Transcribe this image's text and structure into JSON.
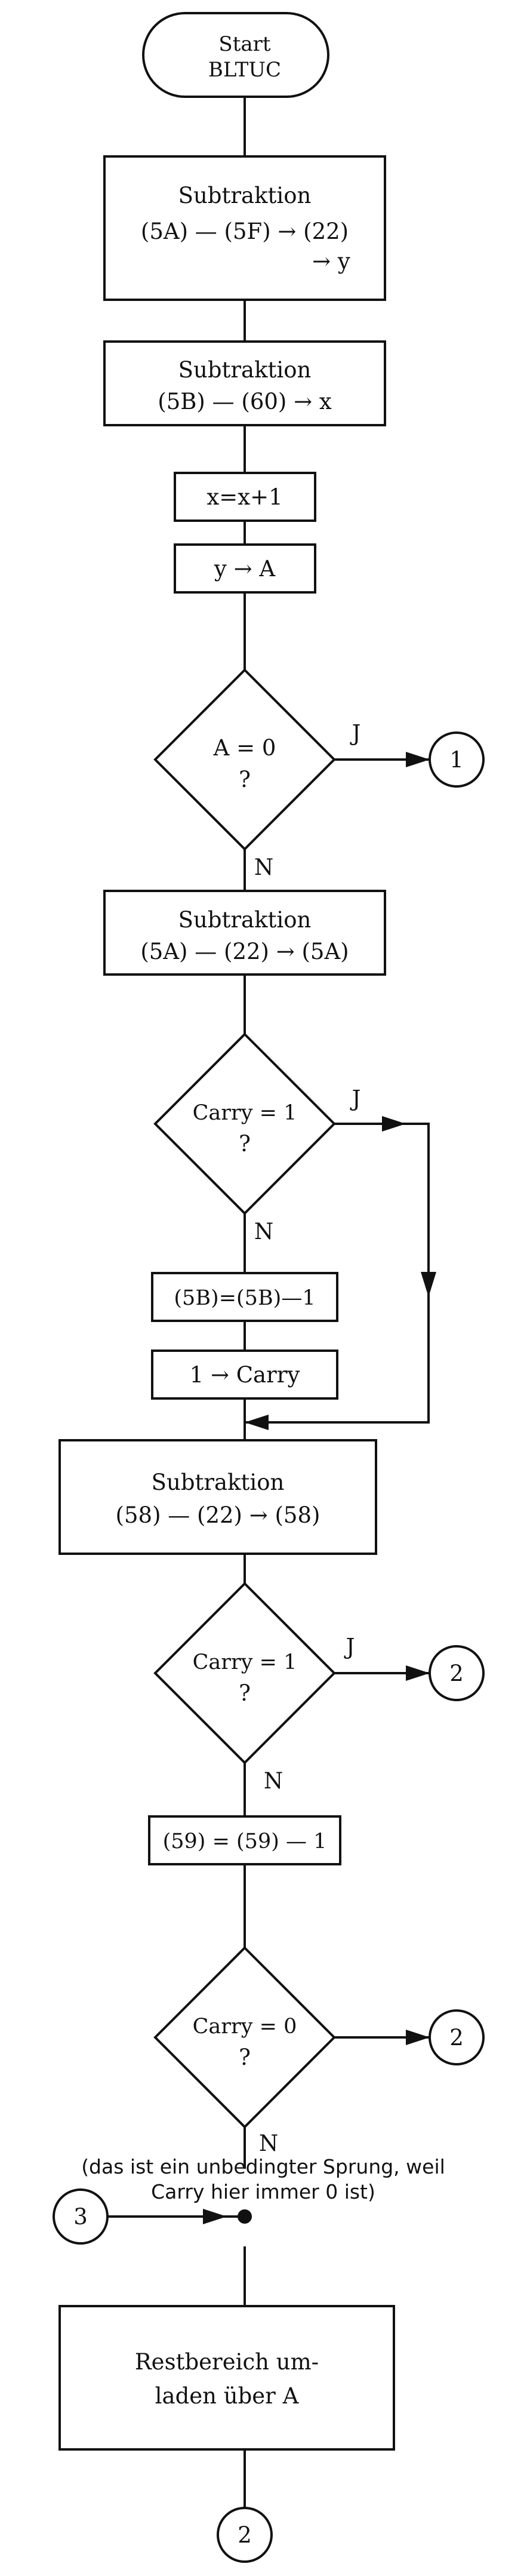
{
  "flowchart": {
    "start": {
      "line1": "Start",
      "line2": "BLTUC"
    },
    "box1": {
      "line1": "Subtraktion",
      "line2": "(5A) — (5F) → (22)",
      "line3": "→ y"
    },
    "box2": {
      "line1": "Subtraktion",
      "line2": "(5B) — (60) → x"
    },
    "box3": {
      "line1": "x=x+1"
    },
    "box4": {
      "line1": "y → A"
    },
    "decision1": {
      "line1": "A = 0",
      "line2": "?",
      "yes_label": "J",
      "no_label": "N"
    },
    "connector_1": "1",
    "box5": {
      "line1": "Subtraktion",
      "line2": "(5A) — (22) → (5A)"
    },
    "decision2": {
      "line1": "Carry = 1",
      "line2": "?",
      "yes_label": "J",
      "no_label": "N"
    },
    "box6": {
      "line1": "(5B)=(5B)—1"
    },
    "box7": {
      "line1": "1 → Carry"
    },
    "box8": {
      "line1": "Subtraktion",
      "line2": "(58) — (22) → (58)"
    },
    "decision3": {
      "line1": "Carry = 1",
      "line2": "?",
      "yes_label": "J",
      "no_label": "N"
    },
    "connector_2a": "2",
    "box9": {
      "line1": "(59) = (59) — 1"
    },
    "decision4": {
      "line1": "Carry = 0",
      "line2": "?",
      "no_label": "N"
    },
    "connector_2b": "2",
    "note": {
      "line1": "(das ist ein unbedingter Sprung, weil",
      "line2": "Carry hier immer 0 ist)"
    },
    "connector_3": "3",
    "box10": {
      "line1": "Restbereich um-",
      "line2": "laden über A"
    },
    "connector_2c": "2"
  }
}
